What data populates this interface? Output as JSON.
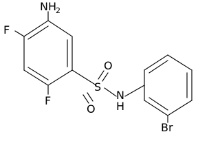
{
  "molecule": {
    "atoms": {
      "amine": "NH",
      "amine_subscript": "2",
      "fluorine_top": "F",
      "fluorine_bottom": "F",
      "sulfur": "S",
      "oxygen_top": "O",
      "oxygen_bottom": "O",
      "nitrogen_link": "N",
      "hydrogen_link": "H",
      "bromine": "Br"
    },
    "colors": {
      "ink": "#000000",
      "background": "#ffffff"
    }
  }
}
